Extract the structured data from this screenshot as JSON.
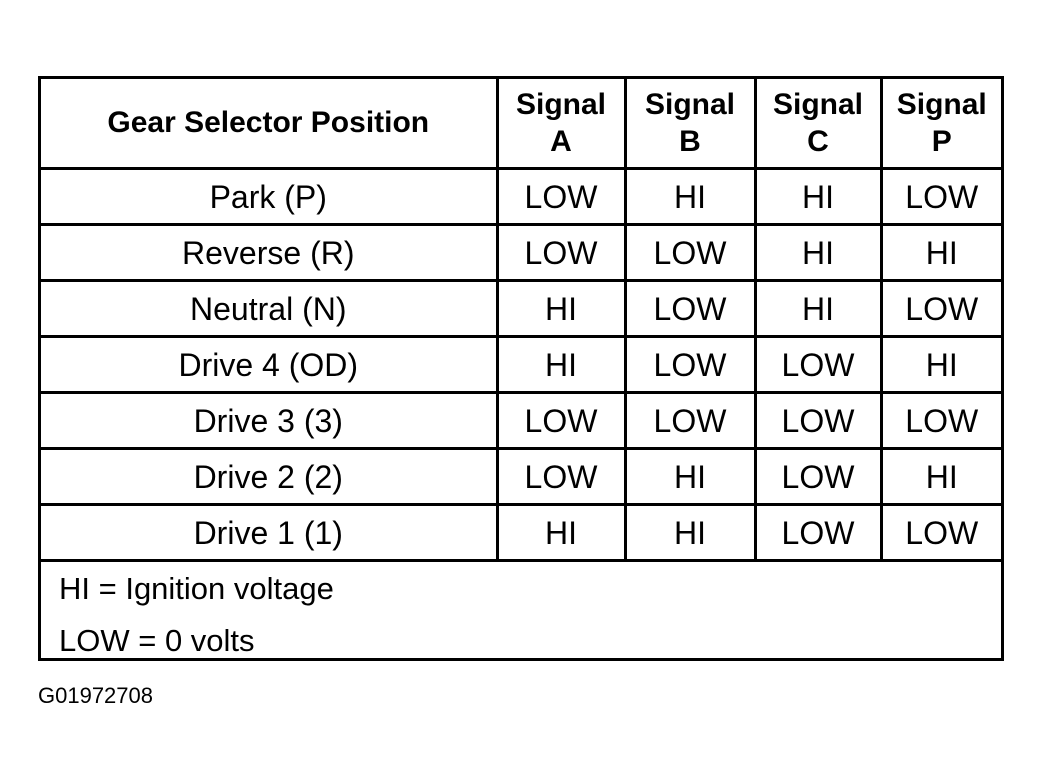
{
  "table": {
    "header": {
      "position": "Gear Selector Position",
      "signals": [
        {
          "line1": "Signal",
          "line2": "A"
        },
        {
          "line1": "Signal",
          "line2": "B"
        },
        {
          "line1": "Signal",
          "line2": "C"
        },
        {
          "line1": "Signal",
          "line2": "P"
        }
      ]
    },
    "rows": [
      {
        "position": "Park (P)",
        "values": [
          "LOW",
          "HI",
          "HI",
          "LOW"
        ]
      },
      {
        "position": "Reverse (R)",
        "values": [
          "LOW",
          "LOW",
          "HI",
          "HI"
        ]
      },
      {
        "position": "Neutral (N)",
        "values": [
          "HI",
          "LOW",
          "HI",
          "LOW"
        ]
      },
      {
        "position": "Drive 4 (OD)",
        "values": [
          "HI",
          "LOW",
          "LOW",
          "HI"
        ]
      },
      {
        "position": "Drive 3 (3)",
        "values": [
          "LOW",
          "LOW",
          "LOW",
          "LOW"
        ]
      },
      {
        "position": "Drive 2 (2)",
        "values": [
          "LOW",
          "HI",
          "LOW",
          "HI"
        ]
      },
      {
        "position": "Drive 1 (1)",
        "values": [
          "HI",
          "HI",
          "LOW",
          "LOW"
        ]
      }
    ]
  },
  "legend": {
    "hi": "HI = Ignition voltage",
    "low": "LOW = 0 volts"
  },
  "figure_id": "G01972708"
}
